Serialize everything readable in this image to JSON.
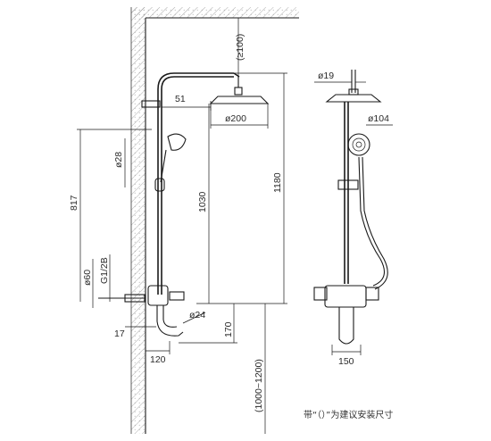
{
  "dimensions": {
    "min_clearance": "(≥100)",
    "arm_offset": "51",
    "head_diameter": "ø200",
    "handset_diameter": "ø28",
    "rail_height": "817",
    "head_height_1030": "1030",
    "overall_height": "1180",
    "inlet_diameter": "ø60",
    "inlet_thread": "G1/2B",
    "spout_diameter": "ø24",
    "valve_depth": "17",
    "spout_height": "170",
    "spout_reach": "120",
    "install_height": "(1000~1200)",
    "pipe_diameter": "ø19",
    "head_diameter_front": "ø104",
    "centre_distance": "150"
  },
  "note": "带“（）”为建议安装尺寸",
  "colors": {
    "line": "#1a1a1a",
    "hatch": "#8a8a8a",
    "text": "#2a2a2a"
  }
}
